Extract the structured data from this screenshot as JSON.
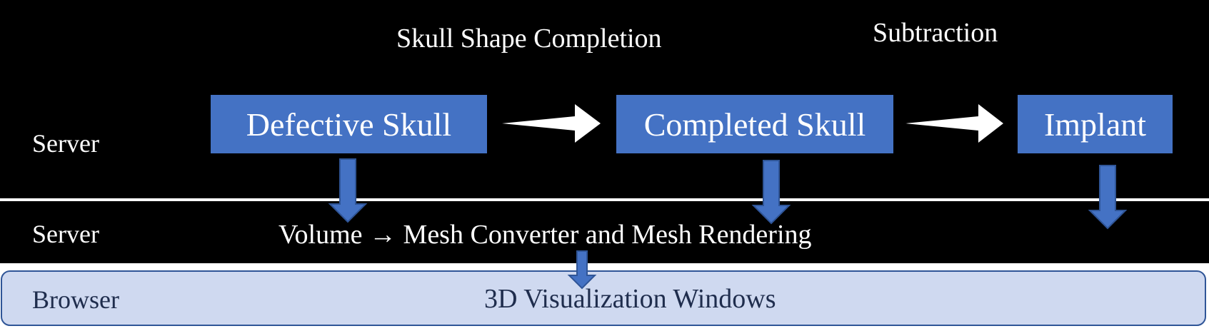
{
  "diagram": {
    "labels": {
      "top_caption_left": "Skull Shape Completion",
      "top_caption_right": "Subtraction",
      "tier1_label": "Server",
      "tier2_label": "Server",
      "tier3_label": "Browser",
      "converter_label": "Volume → Mesh Converter and Mesh Rendering",
      "browser_caption": "3D Visualization Windows"
    },
    "boxes": {
      "defective_skull": "Defective Skull",
      "completed_skull": "Completed Skull",
      "implant": "Implant"
    },
    "colors": {
      "background": "#000000",
      "box_fill": "#4472c4",
      "arrow_fill": "#4472c4",
      "arrow_stroke": "#2f5597",
      "browser_fill": "#cfd9f0",
      "browser_border": "#2f5597",
      "divider": "#ffffff",
      "text_light": "#ffffff",
      "text_dark": "#1f2d4d"
    }
  }
}
